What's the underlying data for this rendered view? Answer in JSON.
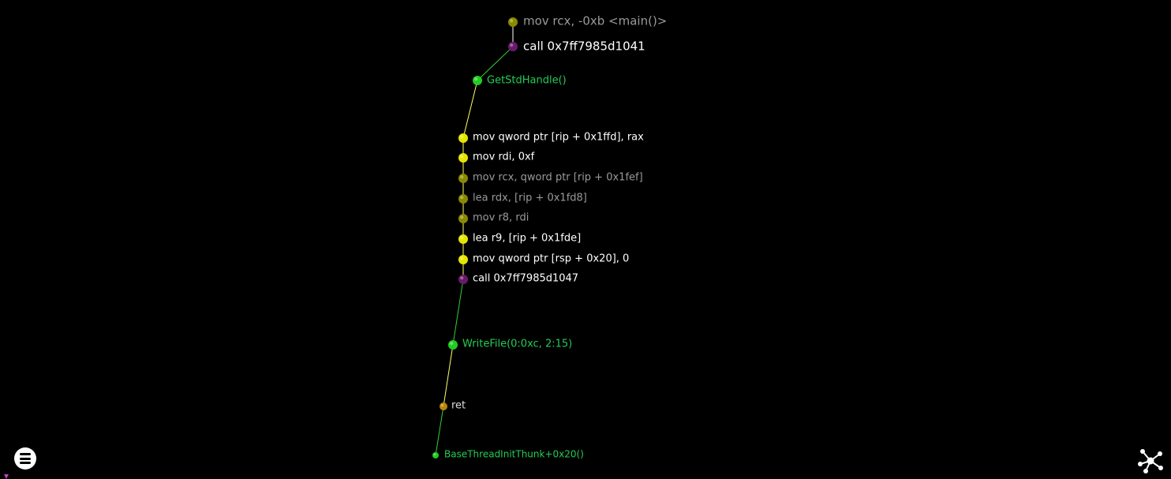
{
  "graph": {
    "nodes": [
      {
        "id": "n0",
        "label": "mov rcx, -0xb <main()>",
        "kind": "instruction-dim"
      },
      {
        "id": "n1",
        "label": "call 0x7ff7985d1041",
        "kind": "call"
      },
      {
        "id": "n2",
        "label": "GetStdHandle()",
        "kind": "api"
      },
      {
        "id": "n3",
        "label": "mov qword ptr [rip + 0x1ffd], rax",
        "kind": "instruction"
      },
      {
        "id": "n4",
        "label": "mov rdi, 0xf",
        "kind": "instruction"
      },
      {
        "id": "n5",
        "label": "mov rcx, qword ptr [rip + 0x1fef]",
        "kind": "instruction-dim"
      },
      {
        "id": "n6",
        "label": "lea rdx, [rip + 0x1fd8]",
        "kind": "instruction-dim"
      },
      {
        "id": "n7",
        "label": "mov r8, rdi",
        "kind": "instruction-dim"
      },
      {
        "id": "n8",
        "label": "lea r9, [rip + 0x1fde]",
        "kind": "instruction"
      },
      {
        "id": "n9",
        "label": "mov qword ptr [rsp + 0x20], 0",
        "kind": "instruction"
      },
      {
        "id": "n10",
        "label": "call 0x7ff7985d1047",
        "kind": "call"
      },
      {
        "id": "n11",
        "label": "WriteFile(0:0xc, 2:15)",
        "kind": "api"
      },
      {
        "id": "n12",
        "label": "ret",
        "kind": "return"
      },
      {
        "id": "n13",
        "label": "BaseThreadInitThunk+0x20()",
        "kind": "api"
      }
    ],
    "edges": [
      {
        "from": "n0",
        "to": "n1",
        "color": "#ffffff"
      },
      {
        "from": "n1",
        "to": "n2",
        "color": "#33cc33"
      },
      {
        "from": "n2",
        "to": "n3",
        "color": "#ffff66"
      },
      {
        "from": "n3",
        "to": "n10",
        "color": "#ffff66"
      },
      {
        "from": "n10",
        "to": "n11",
        "color": "#33cc33"
      },
      {
        "from": "n11",
        "to": "n12",
        "color": "#ffff66"
      },
      {
        "from": "n12",
        "to": "n13",
        "color": "#33cc33"
      }
    ]
  },
  "styles": {
    "instruction": {
      "node": "#e6e600",
      "text": "#ffffff"
    },
    "instruction-dim": {
      "node": "#8a8a00",
      "text": "#9a9a9a"
    },
    "call": {
      "node": "#6a1a6a",
      "text": "#ffffff"
    },
    "api": {
      "node": "#22cc22",
      "text": "#22cc55"
    },
    "return": {
      "node": "#b8860b",
      "text": "#dddddd"
    }
  },
  "controls": {
    "menu_icon": "hamburger-menu-icon",
    "graph_tools_icon": "network-graph-icon"
  }
}
